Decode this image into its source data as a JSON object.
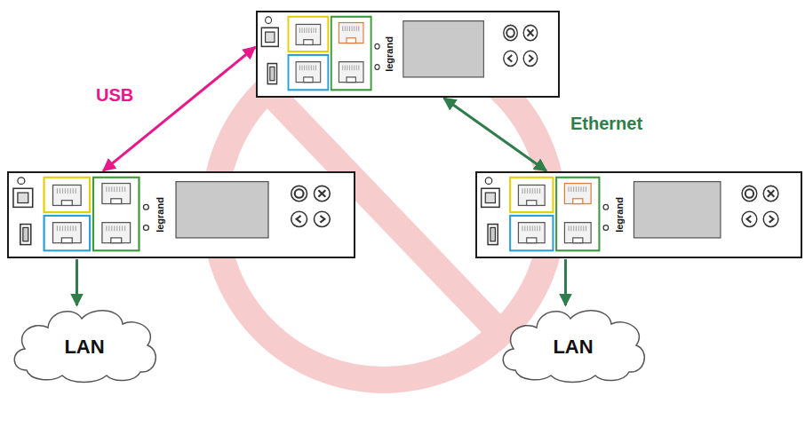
{
  "diagram": {
    "nodes": [
      {
        "text": [
          "legrand"
        ]
      },
      {
        "text": [
          "legrand"
        ]
      },
      {
        "text": [
          "legrand"
        ]
      },
      {
        "text": [
          "LAN"
        ]
      },
      {
        "text": [
          "LAN"
        ]
      }
    ],
    "edges": [
      {
        "from": 0,
        "to": 1,
        "arrow": "both",
        "label": "USB"
      },
      {
        "from": 0,
        "to": 2,
        "arrow": "both",
        "label": "Ethernet"
      },
      {
        "from": 1,
        "to": 3,
        "arrow": "to"
      },
      {
        "from": 2,
        "to": 4,
        "arrow": "to"
      }
    ]
  }
}
